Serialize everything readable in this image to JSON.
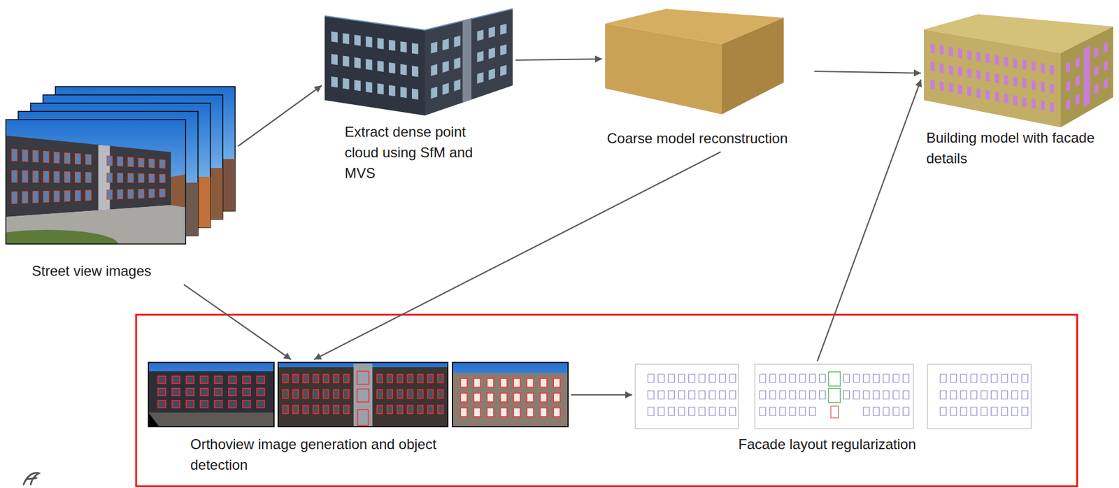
{
  "diagram": {
    "nodes": [
      {
        "text": [
          "Street view images"
        ]
      },
      {
        "text": [
          "Extract dense point cloud using SfM and MVS"
        ]
      },
      {
        "text": [
          "Coarse model reconstruction"
        ]
      },
      {
        "text": [
          "Building model with facade details"
        ]
      },
      {
        "text": [
          "Orthoview image generation and object detection"
        ]
      },
      {
        "text": [
          "Facade layout regularization"
        ]
      }
    ],
    "edges": [
      {
        "from": 0,
        "to": 1,
        "arrow": "to"
      },
      {
        "from": 1,
        "to": 2,
        "arrow": "to"
      },
      {
        "from": 2,
        "to": 3,
        "arrow": "to"
      },
      {
        "from": 0,
        "to": 4,
        "arrow": "to"
      },
      {
        "from": 2,
        "to": 4,
        "arrow": "to"
      },
      {
        "from": 4,
        "to": 5,
        "arrow": "to"
      },
      {
        "from": 5,
        "to": 3,
        "arrow": "to"
      }
    ]
  }
}
